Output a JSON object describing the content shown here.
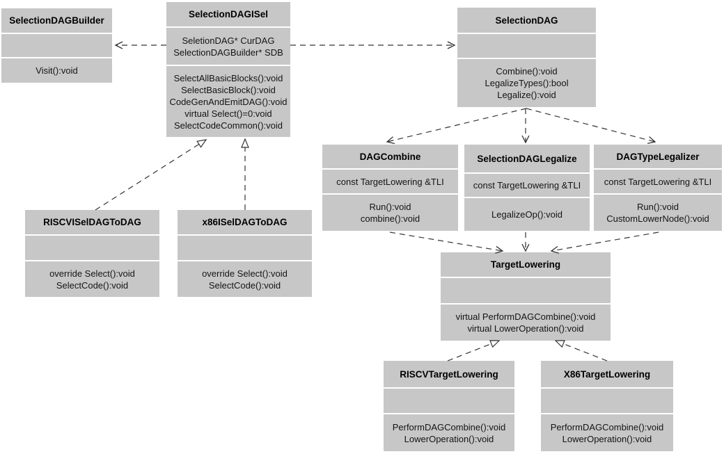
{
  "colors": {
    "box_fill": "#c7c7c7",
    "line": "#333333",
    "background": "#ffffff",
    "title_text": "#000000",
    "body_text": "#141414"
  },
  "classes": {
    "selection_dag_builder": {
      "name": "SelectionDAGBuilder",
      "attributes": [],
      "methods": [
        "Visit():void"
      ]
    },
    "selection_dag_isel": {
      "name": "SelectionDAGISel",
      "attributes": [
        "SeletionDAG* CurDAG",
        "SelectionDAGBuilder* SDB"
      ],
      "methods": [
        "SelectAllBasicBlocks():void",
        "SelectBasicBlock():void",
        "CodeGenAndEmitDAG():void",
        "virtual Select()=0:void",
        "SelectCodeCommon():void"
      ]
    },
    "selection_dag": {
      "name": "SelectionDAG",
      "attributes": [],
      "methods": [
        "Combine():void",
        "LegalizeTypes():bool",
        "Legalize():void"
      ]
    },
    "dag_combine": {
      "name": "DAGCombine",
      "attributes": [
        "const TargetLowering &TLI"
      ],
      "methods": [
        "Run():void",
        "combine():void"
      ]
    },
    "selection_dag_legalize": {
      "name": "SelectionDAGLegalize",
      "attributes": [
        "const TargetLowering &TLI"
      ],
      "methods": [
        "LegalizeOp():void"
      ]
    },
    "dag_type_legalizer": {
      "name": "DAGTypeLegalizer",
      "attributes": [
        "const TargetLowering &TLI"
      ],
      "methods": [
        "Run():void",
        "CustomLowerNode():void"
      ]
    },
    "riscv_isel_dag_to_dag": {
      "name": "RISCVISelDAGToDAG",
      "attributes": [],
      "methods": [
        "override Select():void",
        "SelectCode():void"
      ]
    },
    "x86_isel_dag_to_dag": {
      "name": "x86ISelDAGToDAG",
      "attributes": [],
      "methods": [
        "override Select():void",
        "SelectCode():void"
      ]
    },
    "target_lowering": {
      "name": "TargetLowering",
      "attributes": [],
      "methods": [
        "virtual PerformDAGCombine():void",
        "virtual LowerOperation():void"
      ]
    },
    "riscv_target_lowering": {
      "name": "RISCVTargetLowering",
      "attributes": [],
      "methods": [
        "PerformDAGCombine():void",
        "LowerOperation():void"
      ]
    },
    "x86_target_lowering": {
      "name": "X86TargetLowering",
      "attributes": [],
      "methods": [
        "PerformDAGCombine():void",
        "LowerOperation():void"
      ]
    }
  },
  "relations": [
    {
      "from": "SelectionDAGISel",
      "to": "SelectionDAGBuilder",
      "type": "dashed-dependency-open-arrow"
    },
    {
      "from": "SelectionDAGISel",
      "to": "SelectionDAG",
      "type": "dashed-dependency-open-arrow"
    },
    {
      "from": "RISCVISelDAGToDAG",
      "to": "SelectionDAGISel",
      "type": "dashed-realization-hollow-triangle"
    },
    {
      "from": "x86ISelDAGToDAG",
      "to": "SelectionDAGISel",
      "type": "dashed-realization-hollow-triangle"
    },
    {
      "from": "SelectionDAG",
      "to": "DAGCombine",
      "type": "dashed-dependency-open-arrow"
    },
    {
      "from": "SelectionDAG",
      "to": "SelectionDAGLegalize",
      "type": "dashed-dependency-open-arrow"
    },
    {
      "from": "SelectionDAG",
      "to": "DAGTypeLegalizer",
      "type": "dashed-dependency-open-arrow"
    },
    {
      "from": "DAGCombine",
      "to": "TargetLowering",
      "type": "dashed-dependency-open-arrow"
    },
    {
      "from": "SelectionDAGLegalize",
      "to": "TargetLowering",
      "type": "dashed-dependency-open-arrow"
    },
    {
      "from": "DAGTypeLegalizer",
      "to": "TargetLowering",
      "type": "dashed-dependency-open-arrow"
    },
    {
      "from": "RISCVTargetLowering",
      "to": "TargetLowering",
      "type": "dashed-realization-hollow-triangle"
    },
    {
      "from": "X86TargetLowering",
      "to": "TargetLowering",
      "type": "dashed-realization-hollow-triangle"
    }
  ]
}
